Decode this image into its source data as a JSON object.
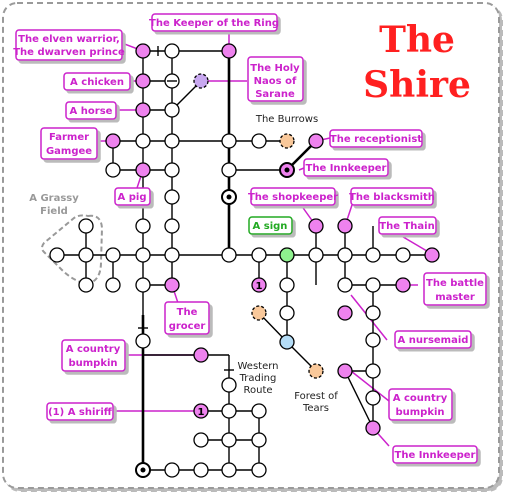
{
  "title": {
    "line1": "The",
    "line2": "Shire"
  },
  "colors": {
    "pink": "#ee82ee",
    "pink_border": "#cc22cc",
    "lavender": "#c8a8f0",
    "orange": "#f9c89a",
    "green": "#8ef28e",
    "blue": "#b4dcf6",
    "sign_border": "#22aa22",
    "title_red": "#ff2020",
    "line": "#000000",
    "region_border": "#999999"
  },
  "labels": {
    "keeper_ring": "The Keeper of the Ring",
    "elven_warrior": "The elven warrior,",
    "dwarven_prince": "The dwarven prince",
    "holy_naos_1": "The Holy",
    "holy_naos_2": "Naos of",
    "holy_naos_3": "Sarane",
    "chicken": "A chicken",
    "horse": "A horse",
    "farmer_1": "Farmer",
    "farmer_2": "Gamgee",
    "receptionist": "The receptionist",
    "innkeeper_top": "The Innkeeper",
    "pig": "A pig",
    "shopkeeper": "The shopkeeper",
    "blacksmith": "The blacksmith",
    "sign": "A sign",
    "thain": "The Thain",
    "battle_master_1": "The battle",
    "battle_master_2": "master",
    "grocer_1": "The",
    "grocer_2": "grocer",
    "nursemaid": "A nursemaid",
    "bumpkin_left_1": "A country",
    "bumpkin_left_2": "bumpkin",
    "bumpkin_right_1": "A country",
    "bumpkin_right_2": "bumpkin",
    "shiriff": "(1) A shiriff",
    "innkeeper_bottom": "The Innkeeper"
  },
  "places": {
    "burrows": "The Burrows",
    "grassy_field_1": "A Grassy",
    "grassy_field_2": "Field",
    "western_route_1": "Western",
    "western_route_2": "Trading",
    "western_route_3": "Route",
    "forest_1": "Forest of",
    "forest_2": "Tears"
  },
  "markers": {
    "one_a": "1",
    "one_b": "1"
  }
}
